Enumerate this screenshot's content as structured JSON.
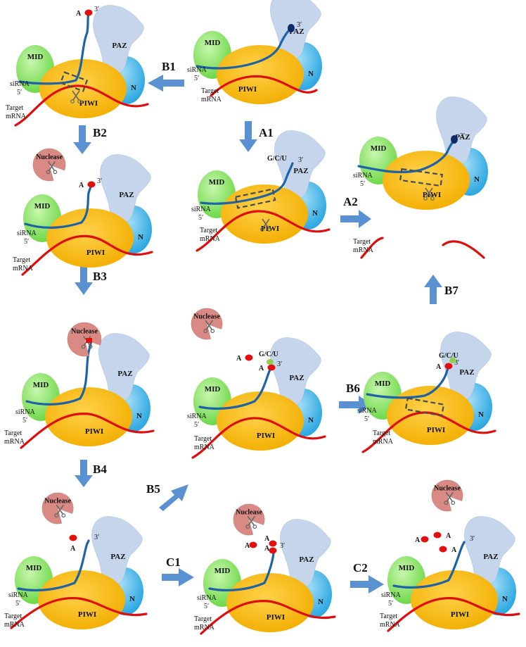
{
  "labels": {
    "mid": "MID",
    "paz": "PAZ",
    "piwi": "PIWI",
    "n": "N",
    "sirna": "siRNA",
    "five_prime": "5′",
    "three_prime": "3′",
    "target": "Target",
    "mrna": "mRNA",
    "nuclease": "Nuclease",
    "a": "A",
    "gcu": "G/C/U"
  },
  "steps": {
    "a1": "A1",
    "a2": "A2",
    "b1": "B1",
    "b2": "B2",
    "b3": "B3",
    "b4": "B4",
    "b5": "B5",
    "b6": "B6",
    "b7": "B7",
    "c1": "C1",
    "c2": "C2"
  },
  "colors": {
    "piwi": "#f7b918",
    "mid": "#8fe46a",
    "paz": "#c5d6ec",
    "n": "#3fb6e8",
    "sirna": "#1e63a6",
    "mrna": "#e00d0d",
    "nuclease": "#d98a84",
    "arrow": "#5a91d3",
    "adenosine": "#e30e0e",
    "gcu": "#8fd14b",
    "sirna_end_dark": "#0e2a6a"
  }
}
